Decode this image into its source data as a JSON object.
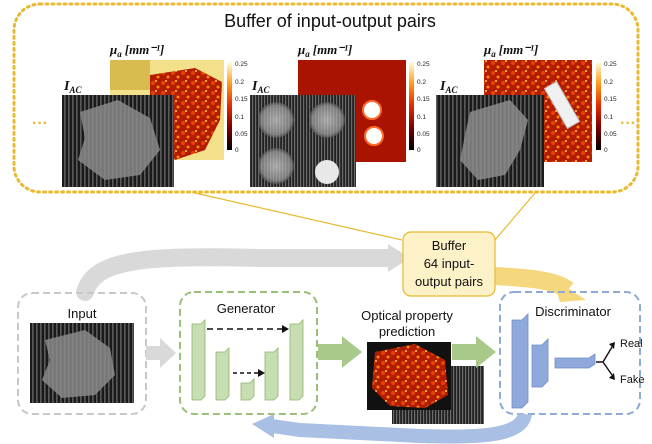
{
  "buffer_panel": {
    "title": "Buffer of input-output pairs",
    "label_iac": "I",
    "label_iac_sub": "AC",
    "label_mua": "μ",
    "label_mua_sub": "a",
    "label_mua_unit": "[mm⁻¹]",
    "ellipsis": "···",
    "colorbar_ticks": [
      "0.25",
      "0.2",
      "0.15",
      "0.1",
      "0.05",
      "0"
    ]
  },
  "buffer_box": {
    "line1": "Buffer",
    "line2": "64 input-",
    "line3": "output pairs"
  },
  "pipeline": {
    "input_label": "Input",
    "generator_label": "Generator",
    "prediction_line1": "Optical property",
    "prediction_line2": "prediction",
    "discriminator_label": "Discriminator",
    "real_label": "Real",
    "fake_label": "Fake"
  },
  "colors": {
    "gold_border": "#e8b931",
    "gray_border": "#c8c8c8",
    "green_border": "#9cc07b",
    "blue_border": "#8faad6",
    "green_bar": "#c6deb2",
    "blue_block": "#8fa9dc",
    "buffer_fill": "#fdf1c8",
    "gold_arrow": "#f5d77e",
    "gray_arrow": "#d9d9d9",
    "green_arrow": "#a8c98a",
    "blue_arrow": "#a9bfe3"
  }
}
